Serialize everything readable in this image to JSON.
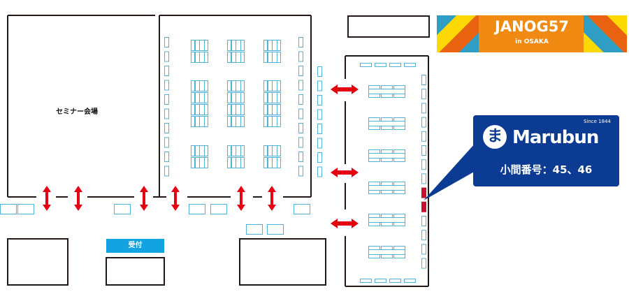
{
  "map": {
    "seminar_room_label": "セミナー会場",
    "reception_label": "受付",
    "banner": {
      "title": "JANOG57",
      "subtitle": "in OSAKA",
      "color": "#f08a12"
    },
    "callout": {
      "brand": "Marubun",
      "since": "Since 1844",
      "logo_glyph": "ま",
      "booth_text": "小間番号：45、46",
      "color": "#0c3b94"
    },
    "colors": {
      "wall": "#231815",
      "booth": "#4fb3d9",
      "arrow": "#e60012",
      "highlight": "#c8102e"
    }
  }
}
